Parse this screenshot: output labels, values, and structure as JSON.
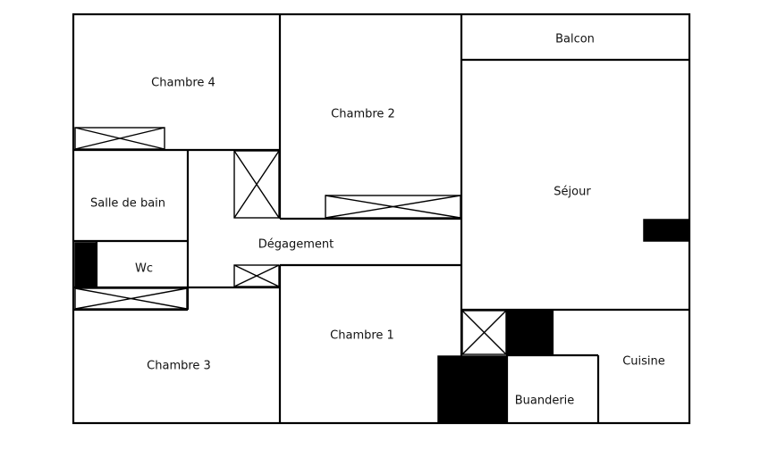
{
  "rooms": {
    "balcon": "Balcon",
    "chambre4": "Chambre 4",
    "chambre2": "Chambre 2",
    "sejour": "Séjour",
    "salle_de_bain": "Salle de bain",
    "degagement": "Dégagement",
    "wc": "Wc",
    "chambre1": "Chambre 1",
    "cuisine": "Cuisine",
    "chambre3": "Chambre 3",
    "buanderie": "Buanderie"
  },
  "colors": {
    "wall": "#000000",
    "background": "#ffffff"
  }
}
